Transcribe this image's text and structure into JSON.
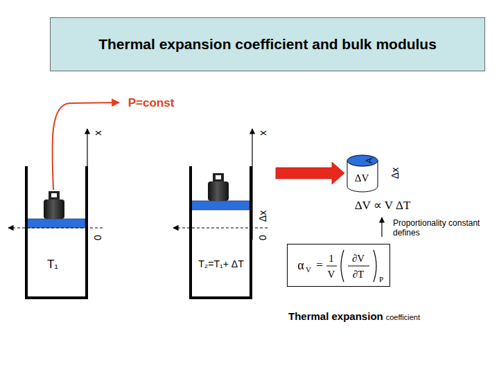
{
  "diagram": {
    "title": "Thermal expansion coefficient and bulk modulus",
    "nodes": [
      {
        "text": [
          "T₁"
        ]
      },
      {
        "text": [
          "T₂=T₁+ ΔT"
        ]
      },
      {
        "text": [
          "A",
          "ΔV"
        ]
      },
      {
        "text": [
          "α",
          "V",
          "=",
          "1",
          "V",
          "∂V",
          "∂T",
          "P"
        ]
      }
    ],
    "edges": [
      {
        "from": 1,
        "to": 2,
        "arrow": "to"
      }
    ],
    "labels": [
      "P=const",
      "x",
      "0",
      "x",
      "Δx",
      "0",
      "Δx",
      "ΔV ∝ V ΔT",
      "Proportionality constant defines",
      "Thermal expansion",
      "coefficient"
    ]
  }
}
